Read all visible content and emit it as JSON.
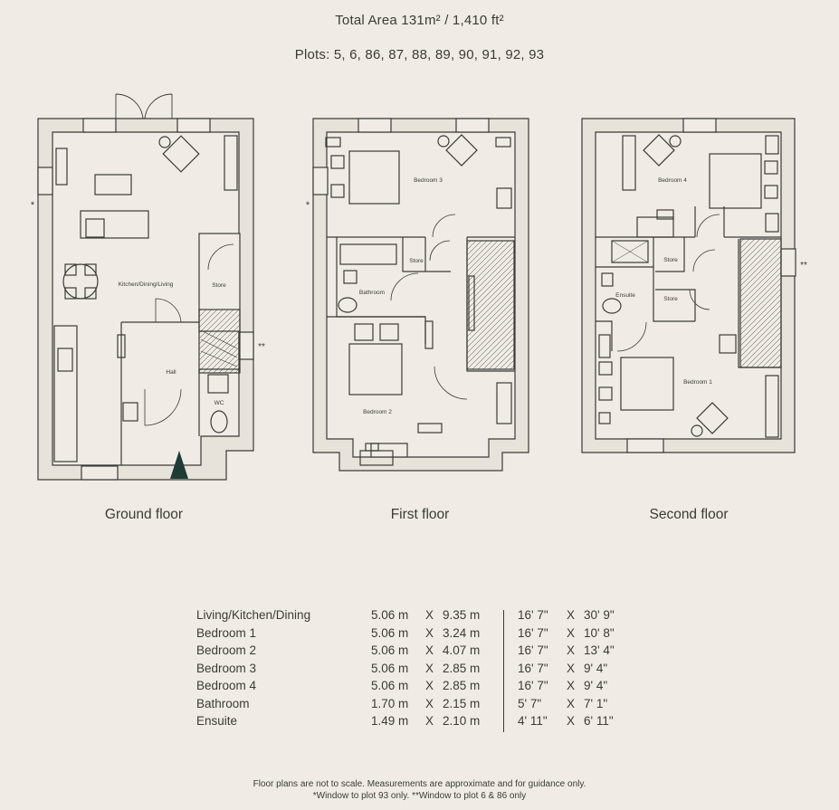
{
  "header": {
    "total_area": "Total Area 131m² / 1,410 ft²",
    "plots": "Plots: 5, 6, 86, 87, 88, 89, 90, 91, 92, 93"
  },
  "floors": {
    "ground": {
      "caption": "Ground floor",
      "rooms": {
        "kitchen": "Kitchen/Dining/Living",
        "store": "Store",
        "hall": "Hall",
        "wc": "WC"
      },
      "markers": {
        "single": "*",
        "double": "**"
      }
    },
    "first": {
      "caption": "First floor",
      "rooms": {
        "bedroom3": "Bedroom 3",
        "store": "Store",
        "bathroom": "Bathroom",
        "bedroom2": "Bedroom 2"
      },
      "markers": {
        "single": "*"
      }
    },
    "second": {
      "caption": "Second floor",
      "rooms": {
        "bedroom4": "Bedroom 4",
        "store1": "Store",
        "store2": "Store",
        "ensuite": "Ensuite",
        "bedroom1": "Bedroom 1"
      },
      "markers": {
        "double": "**"
      }
    }
  },
  "schedule": [
    {
      "room": "Living/Kitchen/Dining",
      "m_w": "5.06 m",
      "m_l": "9.35 m",
      "ft_w": "16' 7\"",
      "ft_l": "30' 9\""
    },
    {
      "room": "Bedroom 1",
      "m_w": "5.06 m",
      "m_l": "3.24 m",
      "ft_w": "16' 7\"",
      "ft_l": "10' 8\""
    },
    {
      "room": "Bedroom 2",
      "m_w": "5.06 m",
      "m_l": "4.07 m",
      "ft_w": "16' 7\"",
      "ft_l": "13' 4\""
    },
    {
      "room": "Bedroom 3",
      "m_w": "5.06 m",
      "m_l": "2.85 m",
      "ft_w": "16' 7\"",
      "ft_l": "9' 4\""
    },
    {
      "room": "Bedroom 4",
      "m_w": "5.06 m",
      "m_l": "2.85 m",
      "ft_w": "16' 7\"",
      "ft_l": "9' 4\""
    },
    {
      "room": "Bathroom",
      "m_w": "1.70 m",
      "m_l": "2.15 m",
      "ft_w": "5' 7\"",
      "ft_l": "7' 1\""
    },
    {
      "room": "Ensuite",
      "m_w": "1.49 m",
      "m_l": "2.10 m",
      "ft_w": "4' 11\"",
      "ft_l": "6' 11\""
    }
  ],
  "schedule_sep": "X",
  "footer": {
    "line1": "Floor plans are not to scale. Measurements are approximate and for guidance only.",
    "line2": "*Window to plot 93 only. **Window to plot 6 & 86 only"
  },
  "colors": {
    "background": "#f0ece5",
    "wall": "#e8e3da",
    "line": "#3c3a36",
    "arrow": "#1f3b36"
  }
}
